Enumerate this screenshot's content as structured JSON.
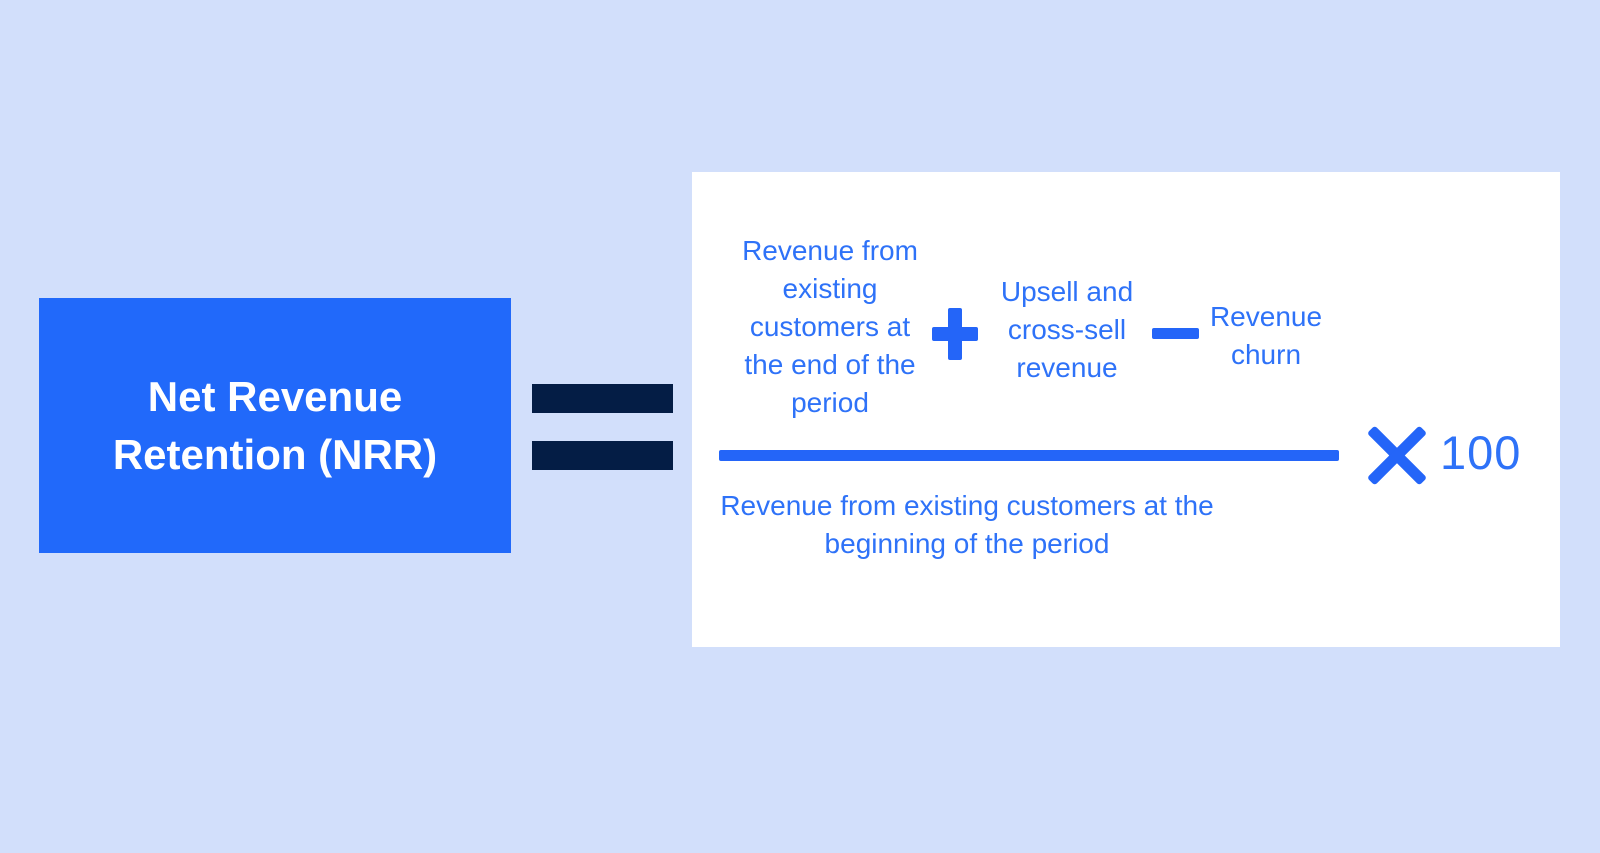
{
  "colors": {
    "bg": "#D2DFFB",
    "card_blue": "#2169FA",
    "card_white": "#FFFFFF",
    "navy": "#041D45",
    "formula_blue": "#2E72F8",
    "op_blue": "#2465F8",
    "title_text": "#FFFFFF"
  },
  "title_card": {
    "line1": "Net Revenue",
    "line2": "Retention (NRR)"
  },
  "formula_card": {
    "numerator": {
      "term1_lines": [
        "Revenue from",
        "existing",
        "customers at",
        "the end of the",
        "period"
      ],
      "term2_lines": [
        "Upsell and",
        "cross-sell",
        "revenue"
      ],
      "term3_lines": [
        "Revenue",
        "churn"
      ]
    },
    "denominator_lines": [
      "Revenue from existing customers at the",
      "beginning of the period"
    ],
    "multiplier": {
      "value": "100"
    }
  }
}
